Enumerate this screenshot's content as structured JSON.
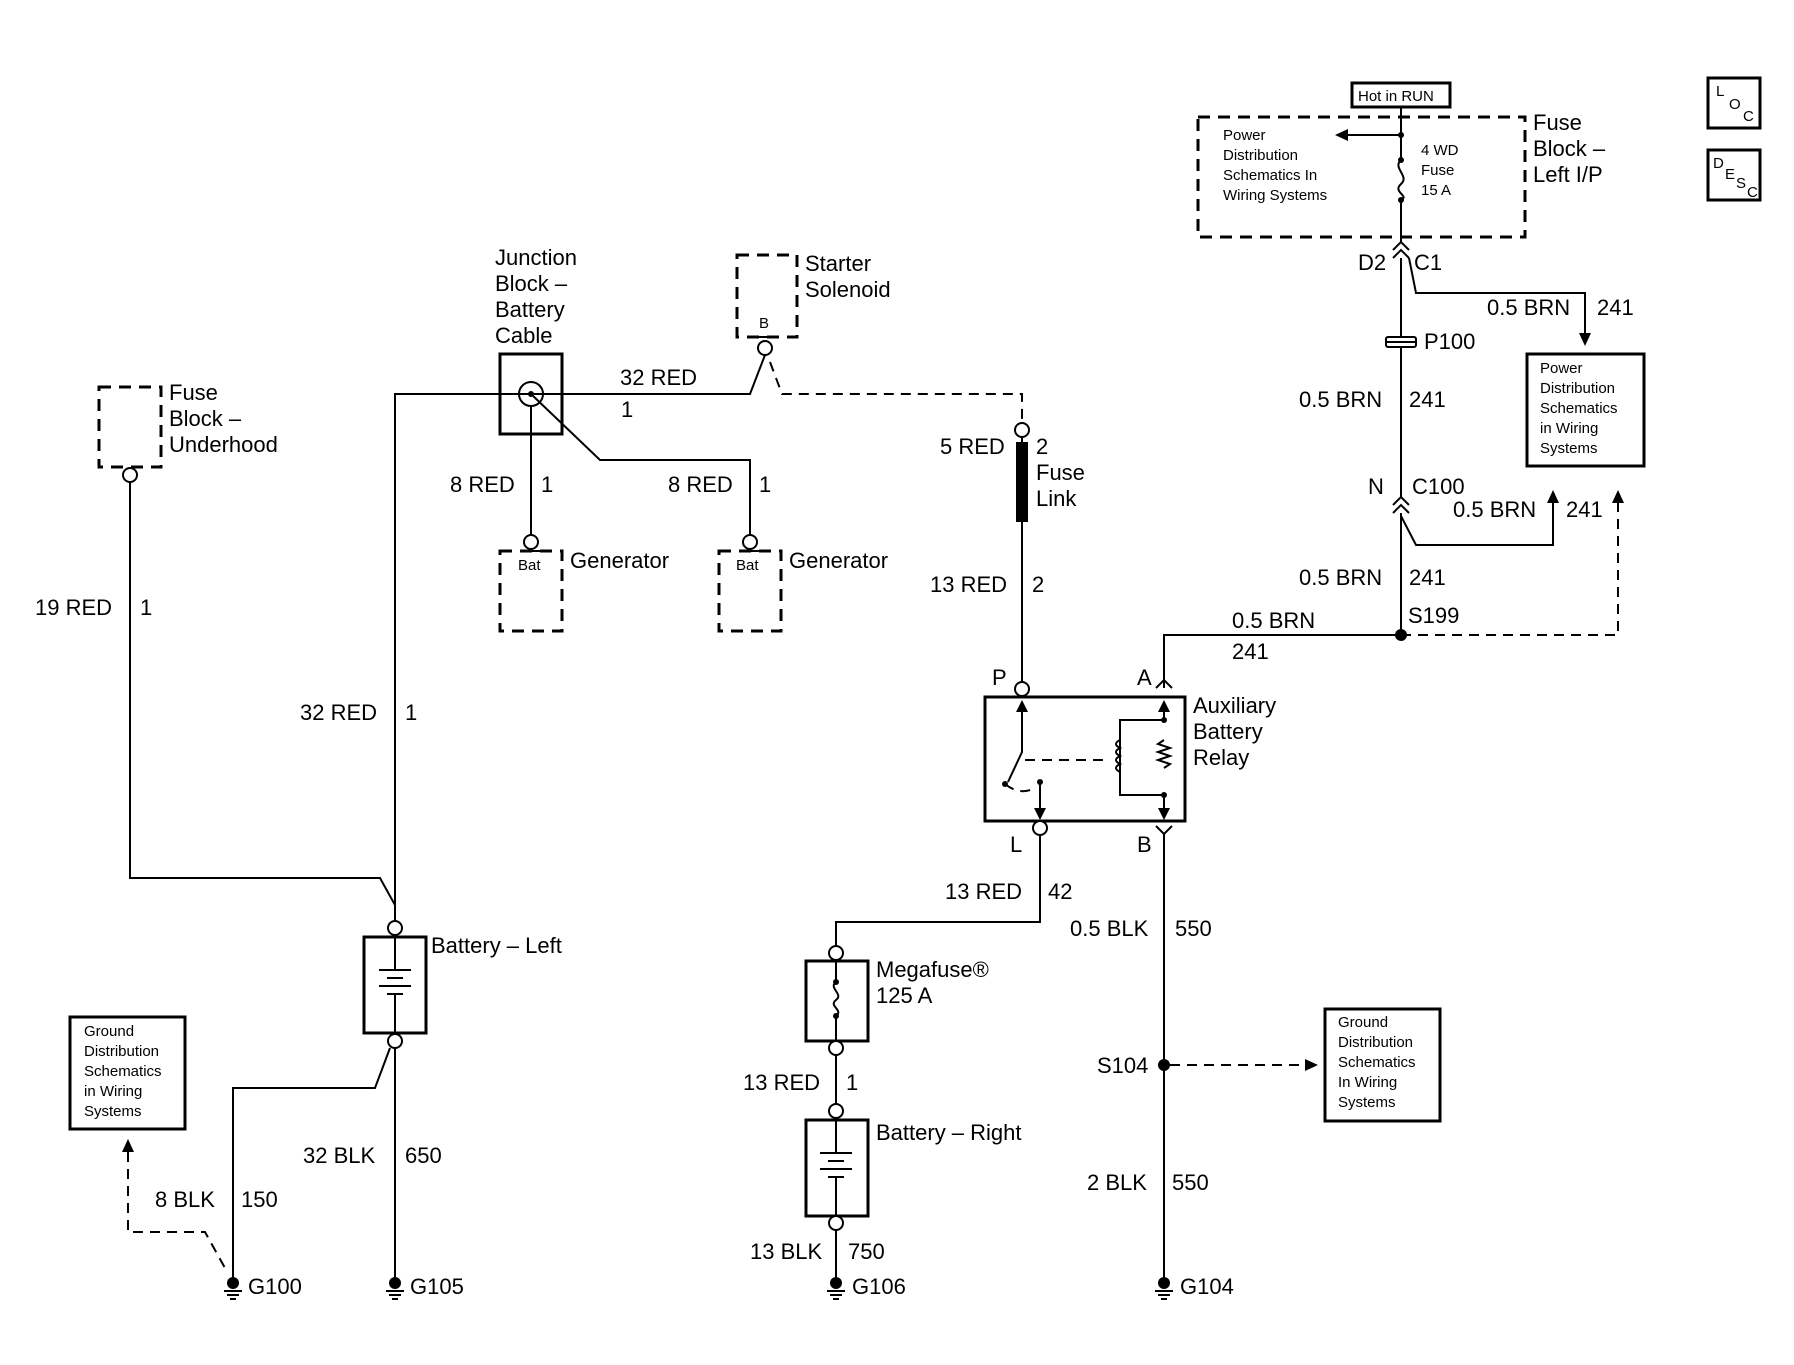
{
  "nav": {
    "loc_l": "L",
    "loc_o": "O",
    "loc_c": "C",
    "desc_d": "D",
    "desc_e": "E",
    "desc_s": "S",
    "desc_c": "C"
  },
  "fuse_block_lip": {
    "hot_label": "Hot in RUN",
    "title": [
      "Fuse",
      "Block –",
      "Left I/P"
    ],
    "pd_ref": [
      "Power",
      "Distribution",
      "Schematics In",
      "Wiring Systems"
    ],
    "fuse": [
      "4 WD",
      "Fuse",
      "15 A"
    ],
    "pin_left": "D2",
    "pin_right": "C1"
  },
  "pd_ref_right": [
    "Power",
    "Distribution",
    "Schematics",
    "in Wiring",
    "Systems"
  ],
  "wire_labels": {
    "brn_c1": [
      "0.5 BRN",
      "241"
    ],
    "p100": "P100",
    "brn_p100": [
      "0.5 BRN",
      "241"
    ],
    "c100_n": "N",
    "c100": "C100",
    "brn_c100_branch": [
      "0.5 BRN",
      "241"
    ],
    "brn_s199": [
      "0.5 BRN",
      "241"
    ],
    "s199": "S199",
    "brn_to_relay": [
      "0.5 BRN",
      "241"
    ],
    "red_32_top": [
      "32 RED",
      "1"
    ],
    "red_5": [
      "5 RED",
      "2"
    ],
    "fuse_link": [
      "Fuse",
      "Link"
    ],
    "red_13_p": [
      "13 RED",
      "2"
    ],
    "red_19": [
      "19 RED",
      "1"
    ],
    "red_32_left": [
      "32 RED",
      "1"
    ],
    "red_8_a": [
      "8 RED",
      "1"
    ],
    "red_8_b": [
      "8 RED",
      "1"
    ],
    "red_13_l": [
      "13 RED",
      "42"
    ],
    "blk_05": [
      "0.5 BLK",
      "550"
    ],
    "s104": "S104",
    "blk_2": [
      "2 BLK",
      "550"
    ],
    "red_13_mega": [
      "13 RED",
      "1"
    ],
    "blk_13": [
      "13 BLK",
      "750"
    ],
    "blk_32": [
      "32 BLK",
      "650"
    ],
    "blk_8": [
      "8 BLK",
      "150"
    ]
  },
  "junction_block": [
    "Junction",
    "Block –",
    "Battery",
    "Cable"
  ],
  "starter": {
    "name": [
      "Starter",
      "Solenoid"
    ],
    "pin": "B"
  },
  "fuse_underhood": [
    "Fuse",
    "Block –",
    "Underhood"
  ],
  "generator_a": {
    "name": "Generator",
    "pin": "Bat"
  },
  "generator_b": {
    "name": "Generator",
    "pin": "Bat"
  },
  "relay": {
    "name": [
      "Auxiliary",
      "Battery",
      "Relay"
    ],
    "pin_p": "P",
    "pin_a": "A",
    "pin_l": "L",
    "pin_b": "B"
  },
  "battery_left": "Battery – Left",
  "battery_right": "Battery – Right",
  "megafuse": [
    "Megafuse®",
    "125 A"
  ],
  "gd_ref_left": [
    "Ground",
    "Distribution",
    "Schematics",
    "in Wiring",
    "Systems"
  ],
  "gd_ref_right": [
    "Ground",
    "Distribution",
    "Schematics",
    "In Wiring",
    "Systems"
  ],
  "grounds": {
    "g100": "G100",
    "g105": "G105",
    "g106": "G106",
    "g104": "G104"
  }
}
